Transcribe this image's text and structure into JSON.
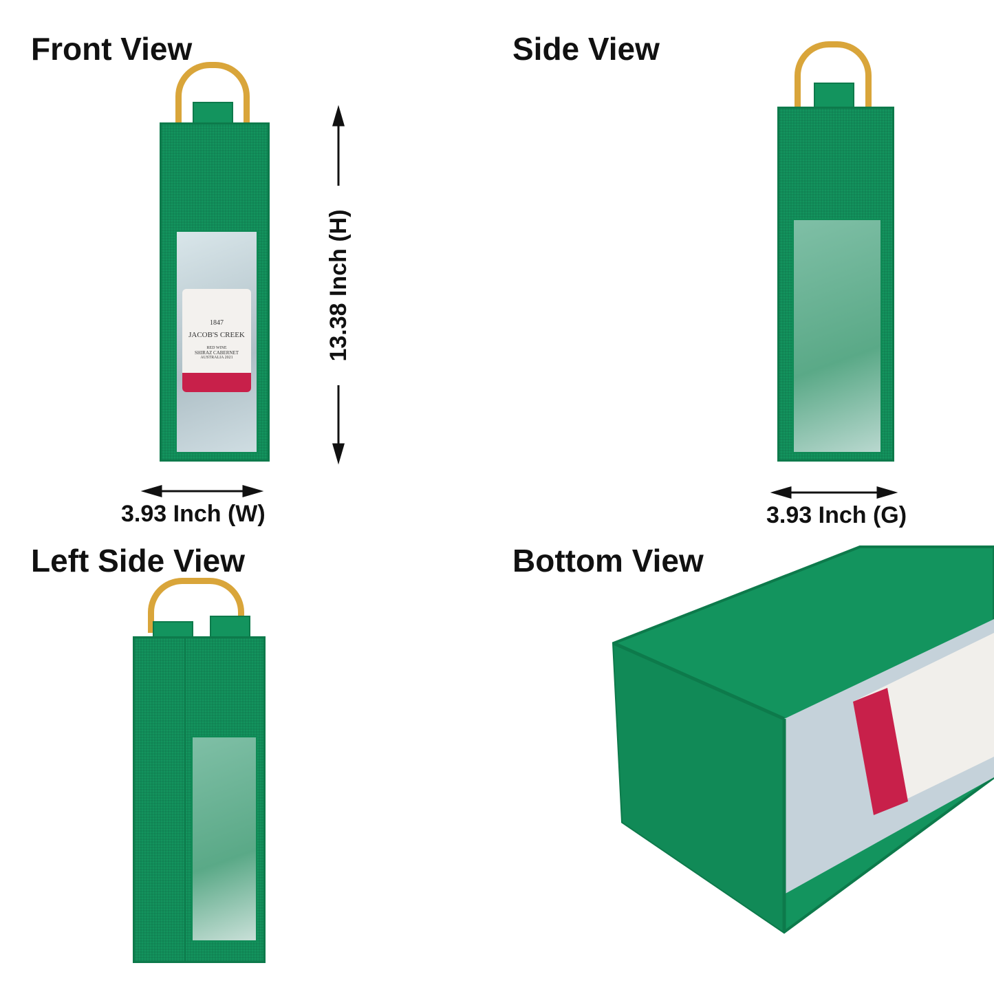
{
  "views": {
    "front": "Front View",
    "side": "Side View",
    "left_side": "Left Side View",
    "bottom": "Bottom View"
  },
  "dimensions": {
    "height": "13.38 Inch (H)",
    "width": "3.93 Inch (W)",
    "gusset": "3.93 Inch (G)"
  },
  "bottle_label": {
    "brand": "JACOB'S CREEK",
    "year": "1847",
    "type": "RED WINE",
    "variety": "SHIRAZ CABERNET",
    "origin": "AUSTRALIA 2021"
  },
  "colors": {
    "bag": "#13945e",
    "handle": "#d9a53a"
  }
}
